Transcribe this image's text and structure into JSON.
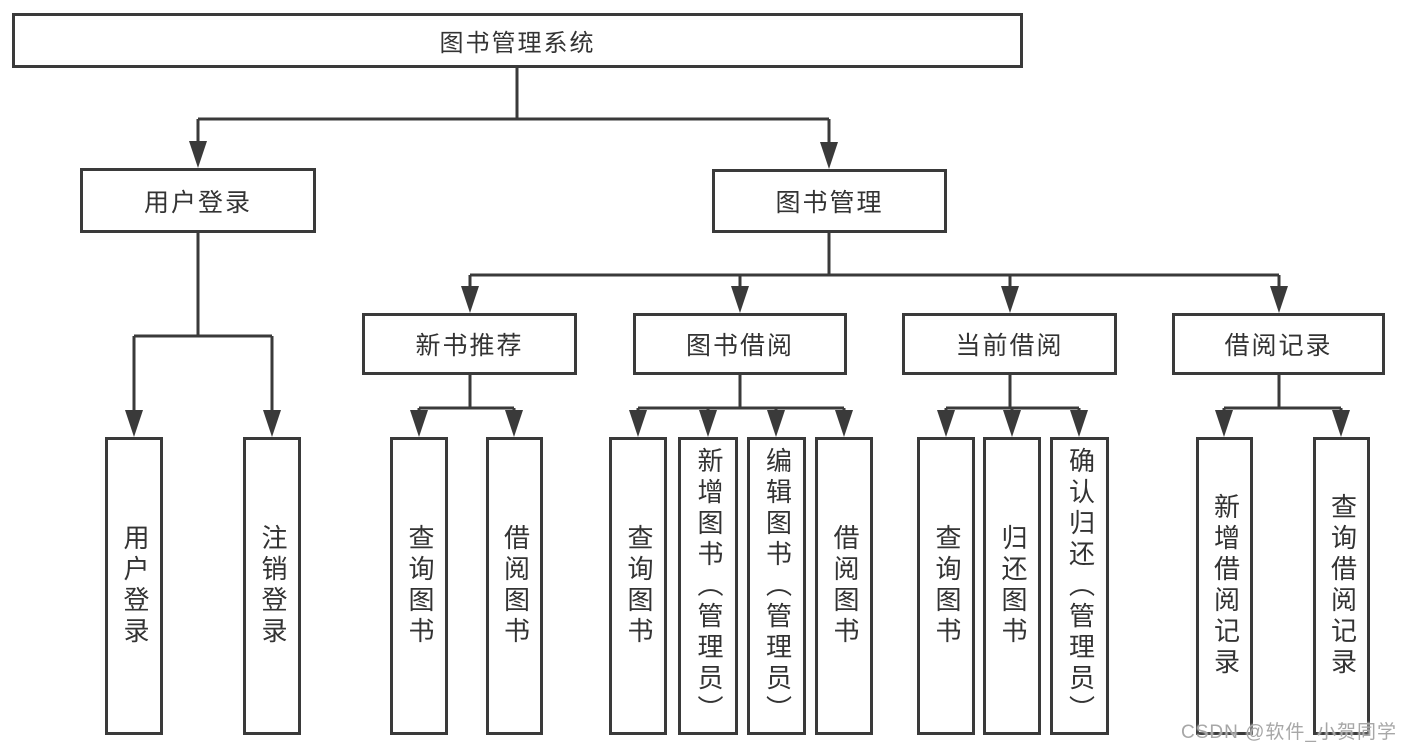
{
  "diagram": {
    "root": {
      "label": "图书管理系统"
    },
    "level2": [
      {
        "label": "用户登录"
      },
      {
        "label": "图书管理"
      }
    ],
    "level3": [
      {
        "label": "新书推荐"
      },
      {
        "label": "图书借阅"
      },
      {
        "label": "当前借阅"
      },
      {
        "label": "借阅记录"
      }
    ],
    "leaves": {
      "user_login": [
        "用户登录",
        "注销登录"
      ],
      "new_book_recommend": [
        "查询图书",
        "借阅图书"
      ],
      "book_borrow": [
        "查询图书",
        "新增图书（管理员）",
        "编辑图书（管理员）",
        "借阅图书"
      ],
      "current_borrow": [
        "查询图书",
        "归还图书",
        "确认归还（管理员）"
      ],
      "borrow_record": [
        "新增借阅记录",
        "查询借阅记录"
      ]
    },
    "watermark": "CSDN @软件_小贺同学",
    "colors": {
      "line": "#3a3a3a",
      "text": "#333333",
      "watermark": "#a7a7a7",
      "background": "#ffffff"
    }
  }
}
